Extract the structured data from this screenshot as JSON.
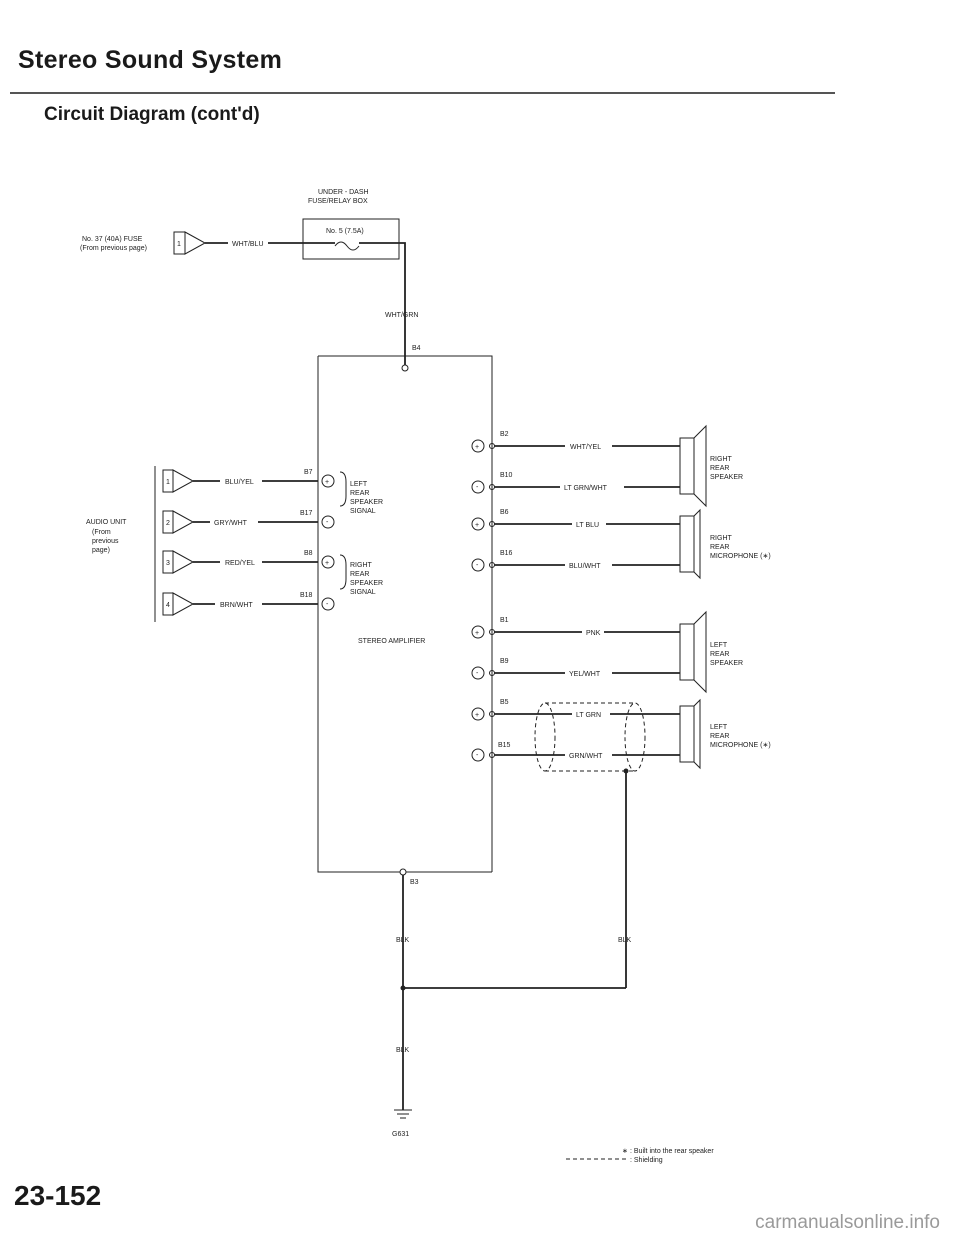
{
  "header": {
    "title": "Stereo Sound System",
    "subtitle": "Circuit Diagram (cont'd)"
  },
  "fuse_box": {
    "name_line1": "UNDER - DASH",
    "name_line2": "FUSE/RELAY BOX",
    "fuse_label": "No. 5 (7.5A)"
  },
  "source_fuse": {
    "line1": "No. 37 (40A) FUSE",
    "line2": "(From previous page)",
    "connector_num": "1",
    "wire": "WHT/BLU"
  },
  "wires": {
    "power": "WHT/GRN",
    "blu_yel": "BLU/YEL",
    "gry_wht": "GRY/WHT",
    "red_yel": "RED/YEL",
    "brn_wht": "BRN/WHT",
    "wht_yel": "WHT/YEL",
    "ltgrn_wht": "LT GRN/WHT",
    "lt_blu": "LT BLU",
    "blu_wht": "BLU/WHT",
    "pnk": "PNK",
    "yel_wht": "YEL/WHT",
    "lt_grn": "LT GRN",
    "grn_wht": "GRN/WHT",
    "blk1": "BLK",
    "blk2": "BLK",
    "blk3": "BLK"
  },
  "amplifier": {
    "name": "STEREO AMPLIFIER",
    "pins": {
      "b4": "B4",
      "b7": "B7",
      "b17": "B17",
      "b8": "B8",
      "b18": "B18",
      "b2": "B2",
      "b10": "B10",
      "b6": "B6",
      "b16": "B16",
      "b1": "B1",
      "b9": "B9",
      "b5": "B5",
      "b15": "B15",
      "b3": "B3"
    }
  },
  "audio_unit": {
    "label_l1": "AUDIO UNIT",
    "label_l2": "(From",
    "label_l3": "previous",
    "label_l4": "page)",
    "conn1": "1",
    "conn2": "2",
    "conn3": "3",
    "conn4": "4"
  },
  "input_signals": {
    "left": [
      "LEFT",
      "REAR",
      "SPEAKER",
      "SIGNAL"
    ],
    "right": [
      "RIGHT",
      "REAR",
      "SPEAKER",
      "SIGNAL"
    ]
  },
  "devices": {
    "right_speaker": [
      "RIGHT",
      "REAR",
      "SPEAKER"
    ],
    "right_mic": [
      "RIGHT",
      "REAR",
      "MICROPHONE (∗)"
    ],
    "left_speaker": [
      "LEFT",
      "REAR",
      "SPEAKER"
    ],
    "left_mic": [
      "LEFT",
      "REAR",
      "MICROPHONE (∗)"
    ]
  },
  "ground": {
    "name": "G631"
  },
  "legend": {
    "star_sym": "∗",
    "star_text": ": Built into the rear speaker",
    "dash_text": ": Shielding"
  },
  "footer": {
    "page_number": "23-152",
    "watermark": "carmanualsonline.info"
  }
}
